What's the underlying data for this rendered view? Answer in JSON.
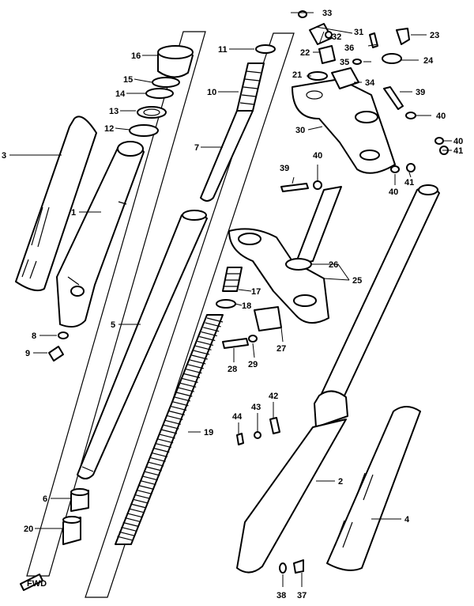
{
  "labels": {
    "p1": "1",
    "p2": "2",
    "p3": "3",
    "p4": "4",
    "p5": "5",
    "p6": "6",
    "p7": "7",
    "p8": "8",
    "p9": "9",
    "p10": "10",
    "p11": "11",
    "p12": "12",
    "p13": "13",
    "p14": "14",
    "p15": "15",
    "p16": "16",
    "p17": "17",
    "p18": "18",
    "p19": "19",
    "p20": "20",
    "p21": "21",
    "p22": "22",
    "p23": "23",
    "p24": "24",
    "p25": "25",
    "p26": "26",
    "p27": "27",
    "p28": "28",
    "p29": "29",
    "p30": "30",
    "p31": "31",
    "p32": "32",
    "p33": "33",
    "p34": "34",
    "p35": "35",
    "p36": "36",
    "p37": "37",
    "p38": "38",
    "p39a": "39",
    "p39b": "39",
    "p40a": "40",
    "p40b": "40",
    "p40c": "40",
    "p40d": "40",
    "p41a": "41",
    "p41b": "41",
    "p42": "42",
    "p43": "43",
    "p44": "44"
  },
  "direction_marker": "FWD"
}
